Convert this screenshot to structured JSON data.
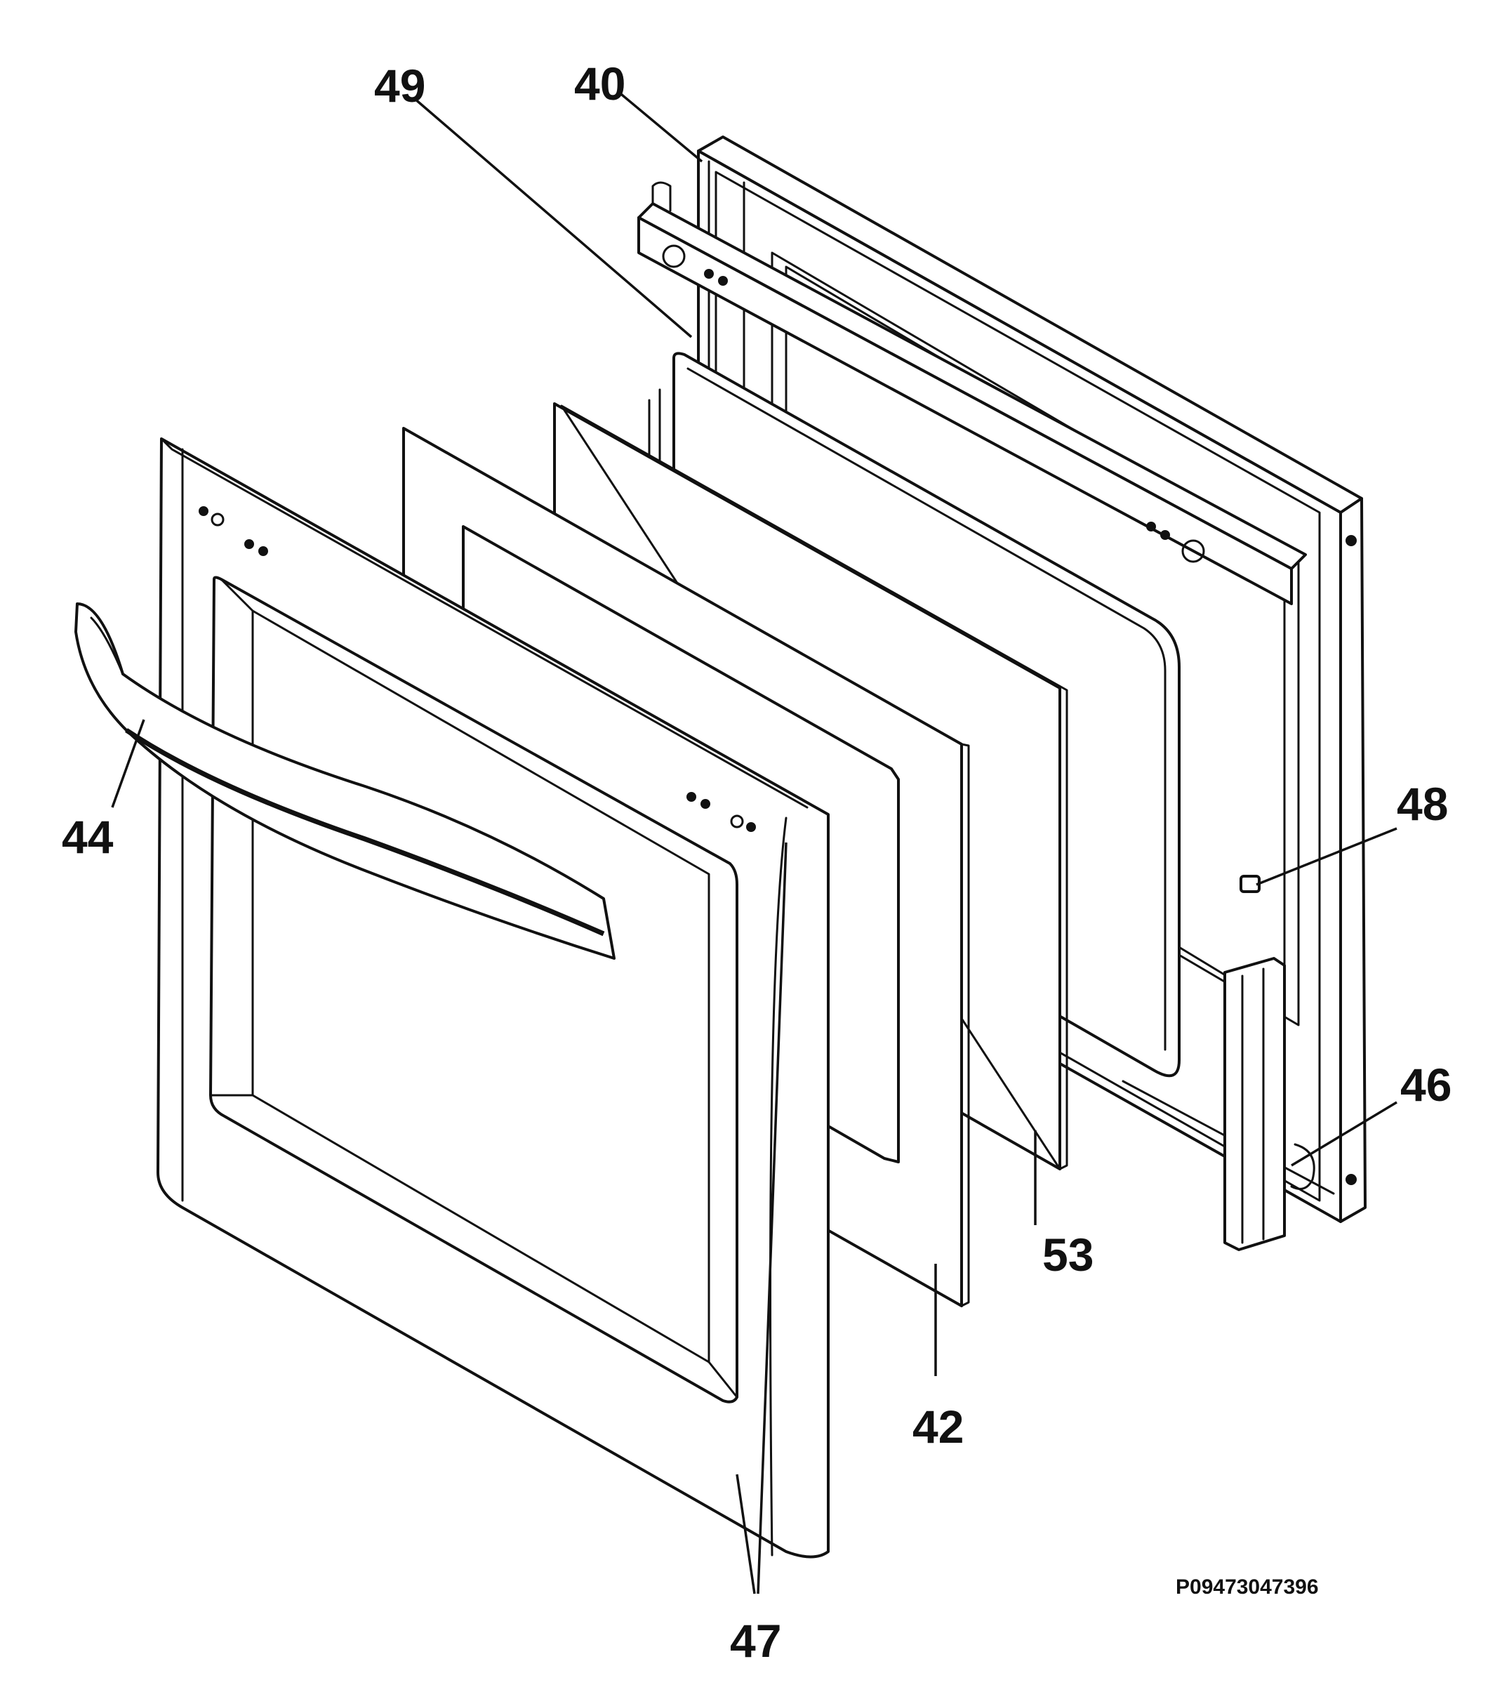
{
  "diagram": {
    "callouts": {
      "c40": "40",
      "c49": "49",
      "c48": "48",
      "c44": "44",
      "c46": "46",
      "c53": "53",
      "c42": "42",
      "c47": "47"
    },
    "drawing_code": "P09473047396"
  }
}
